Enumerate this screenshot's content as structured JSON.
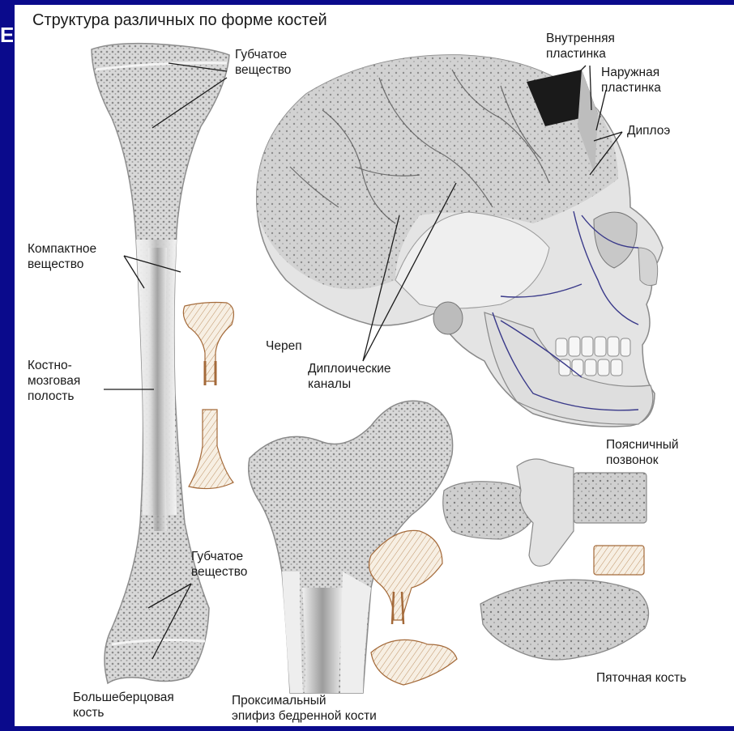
{
  "title": "Структура различных по форме костей",
  "corner_mark": "Е",
  "labels": {
    "spongy_top": [
      "Губчатое",
      "вещество"
    ],
    "compact": [
      "Компактное",
      "вещество"
    ],
    "marrow": [
      "Костно-",
      "мозговая",
      "полость"
    ],
    "spongy_bottom": [
      "Губчатое",
      "вещество"
    ],
    "tibia": [
      "Большеберцовая",
      "кость"
    ],
    "femur": [
      "Проксимальный",
      "эпифиз бедренной кости"
    ],
    "skull": "Череп",
    "diploic": [
      "Диплоические",
      "каналы"
    ],
    "inner_plate": [
      "Внутренняя",
      "пластинка"
    ],
    "outer_plate": [
      "Наружная",
      "пластинка"
    ],
    "diploe": "Диплоэ",
    "vertebra": [
      "Поясничный",
      "позвонок"
    ],
    "calcaneus": "Пяточная кость"
  },
  "colors": {
    "frame": "#0a0a8c",
    "background": "#ffffff",
    "bone": "#dcdcdc",
    "bone_dark": "#9a9a9a",
    "vein": "#3a3a8a",
    "trabecular_sketch": "#8b5a2b"
  }
}
